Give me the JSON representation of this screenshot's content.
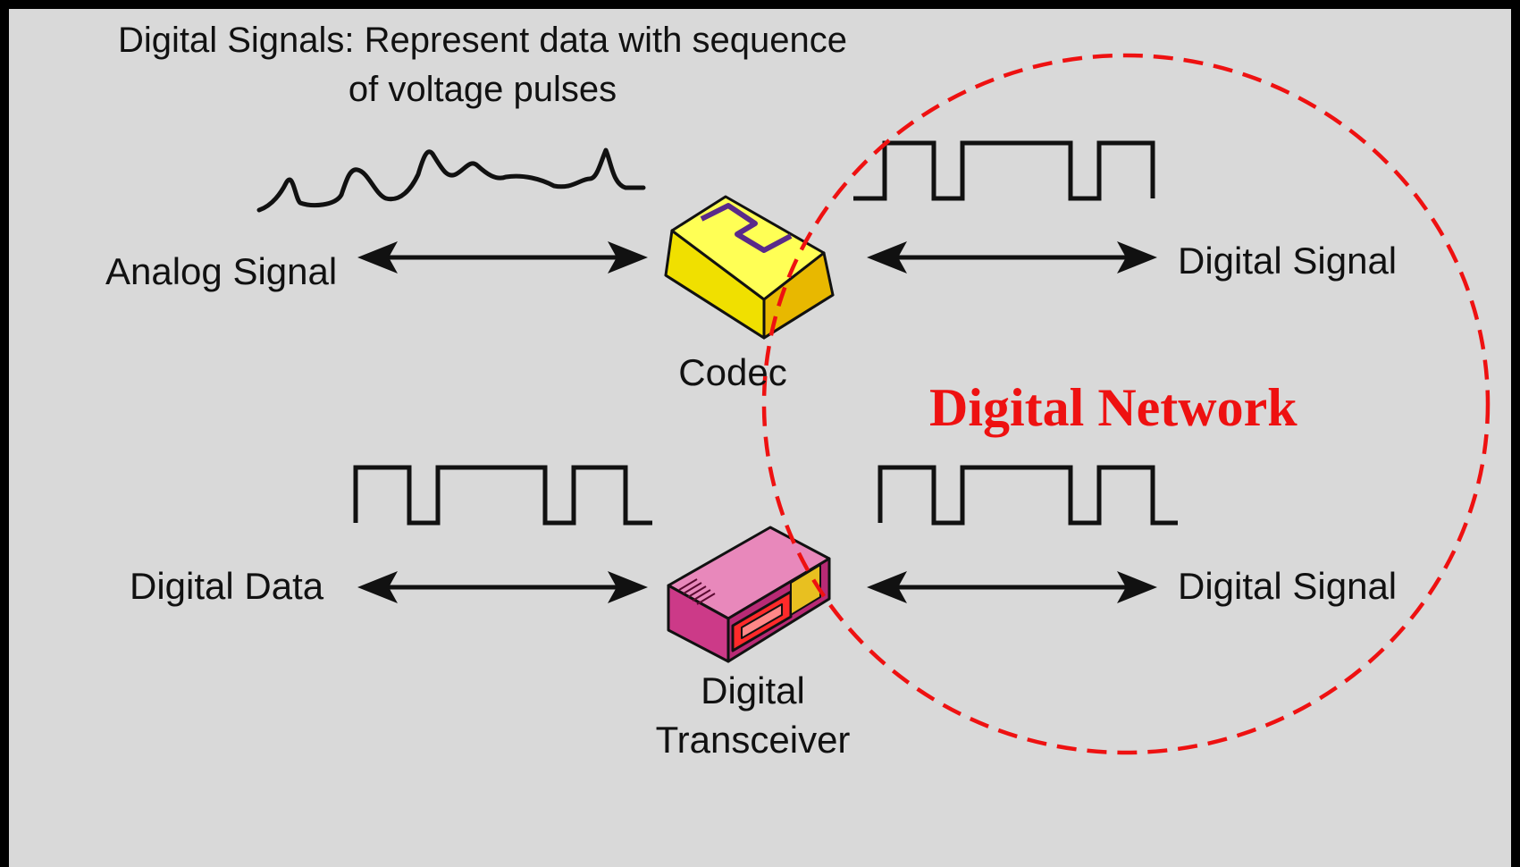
{
  "title": {
    "line1": "Digital Signals: Represent data with sequence",
    "line2": "of voltage pulses"
  },
  "labels": {
    "analog_signal": "Analog Signal",
    "digital_signal_top": "Digital Signal",
    "codec": "Codec",
    "digital_data": "Digital Data",
    "digital_signal_bottom": "Digital Signal",
    "transceiver_line1": "Digital",
    "transceiver_line2": "Transceiver"
  },
  "network_label": "Digital Network",
  "colors": {
    "background": "#d9d9d9",
    "network": "#ee1111",
    "codec_body": "#ffff22",
    "transceiver_body": "#dd6aa8"
  },
  "icons": [
    "codec-device-icon",
    "digital-transceiver-icon"
  ]
}
